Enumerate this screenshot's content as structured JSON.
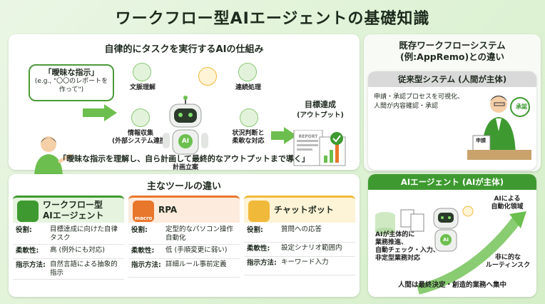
{
  "title": "ワークフロー型AIエージェントの基礎知識",
  "ai_panel": {
    "title": "自律的にタスクを実行するAIの仕組み",
    "bubble_main": "「曖昧な指示」",
    "bubble_sub": "(e.g., \"〇〇のレポートを作って\")",
    "functions": {
      "doc": "文脈理解",
      "chain": "連続処理",
      "collect_1": "情報収集",
      "collect_2": "(外部システム連携)",
      "plan": "計画立案",
      "judge_1": "状況判断と",
      "judge_2": "柔軟な対応"
    },
    "robot_badge": "AI",
    "goal_1": "目標達成",
    "goal_2": "(アウトプット)",
    "report_label": "REPORT",
    "footer": "「曖昧な指示を理解し、自ら計画して最終的なアウトプットまで導く」"
  },
  "tools_panel": {
    "title": "主なツールの違い",
    "tools": [
      {
        "name_1": "ワークフロー型",
        "name_2": "AIエージェント",
        "icon": "robot-icon",
        "rows": [
          {
            "k": "役割:",
            "v": "目標達成に向けた自律タスク"
          },
          {
            "k": "柔軟性:",
            "v": "高 (例外にも対応)"
          },
          {
            "k": "指示方法:",
            "v": "自然言語による抽象的指示"
          }
        ]
      },
      {
        "name_1": "RPA",
        "name_2": "",
        "icon": "gears-icon",
        "icon_label": "macro",
        "rows": [
          {
            "k": "役割:",
            "v": "定型的なパソコン操作自動化"
          },
          {
            "k": "柔軟性:",
            "v": "低 (手順変更に弱い)"
          },
          {
            "k": "指示方法:",
            "v": "詳細ルール事前定義"
          }
        ]
      },
      {
        "name_1": "チャットボット",
        "name_2": "",
        "icon": "chat-bubbles-icon",
        "rows": [
          {
            "k": "役割:",
            "v": "質問への応答"
          },
          {
            "k": "柔軟性:",
            "v": "設定シナリオ範囲内"
          },
          {
            "k": "指示方法:",
            "v": "キーワード入力"
          }
        ]
      }
    ]
  },
  "existing": {
    "title_1": "既存ワークフローシステム",
    "title_2": "(例:AppRemo)との違い",
    "trad_head": "従来型システム (人間が主体)",
    "trad_text": "申請・承認プロセスを可視化、人間が内容確認・承認",
    "stamp": "承認",
    "doc_label": "申請"
  },
  "agent": {
    "head": "AIエージェント (AIが主体)",
    "auto_1": "AIによる",
    "auto_2": "自動化領域",
    "main_1": "AIが主体的に",
    "main_2": "業務推進、",
    "main_3": "自動チェック・入力、",
    "main_4": "非定型業務対応",
    "routine_1": "非に的な",
    "routine_2": "ルーティンスク",
    "footer": "人間は最終決定・創造的業務へ集中",
    "robot_badge": "AI"
  },
  "colors": {
    "green_dark": "#3e9a30",
    "green_light": "#6cbf4e",
    "orange": "#e8762b",
    "yellow": "#f1b93a"
  }
}
